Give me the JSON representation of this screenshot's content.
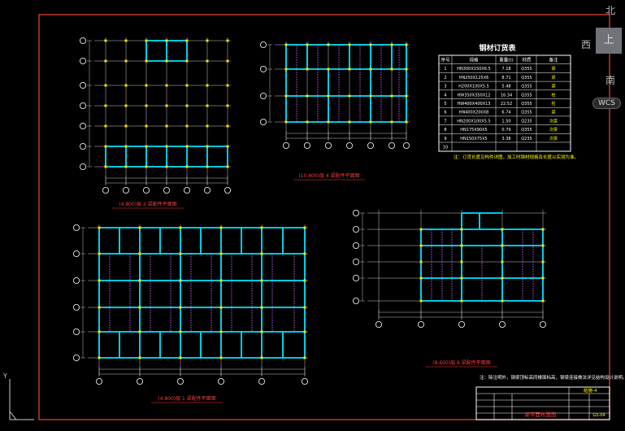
{
  "viewcube": {
    "north": "北",
    "west": "西",
    "south": "南",
    "top": "上",
    "wcs": "WCS"
  },
  "ucs": {
    "y": "Y"
  },
  "colors": {
    "frame": "#c0392b",
    "grid": "#ffffff",
    "beam": "#00e5ff",
    "text_red": "#ff3b3b",
    "text_yellow": "#ffff00",
    "column": "#ffe000",
    "secondary": "#cc66ff",
    "dim": "#bfbfbf"
  },
  "drawings": {
    "top_left": {
      "title": "(4.800)层 2 梁配件平面图"
    },
    "top_right": {
      "title": "(10.800)层 4 梁配件平面图"
    },
    "bottom_left": {
      "title": "(4.800)层 1 梁配件平面图"
    },
    "bottom_right": {
      "title": "(8.600)层 6 梁配件平面图"
    }
  },
  "table": {
    "title": "钢材订货表",
    "headers": [
      "序号",
      "规格",
      "重量(t)",
      "材质",
      "备注"
    ],
    "rows": [
      [
        "1",
        "HN300X150X6.5",
        "7.18",
        "Q355",
        "梁"
      ],
      [
        "2",
        "HN250X125X6",
        "8.71",
        "Q355",
        "梁"
      ],
      [
        "3",
        "H200X100X5.5",
        "5.48",
        "Q355",
        "梁"
      ],
      [
        "4",
        "HW350X350X12",
        "16.34",
        "Q355",
        "柱"
      ],
      [
        "5",
        "HW400X400X13",
        "22.52",
        "Q355",
        "柱"
      ],
      [
        "6",
        "HN400X200X8",
        "6.74",
        "Q355",
        "梁"
      ],
      [
        "7",
        "HN200X100X5.5",
        "1.50",
        "Q235",
        "次梁"
      ],
      [
        "8",
        "HN175X90X5",
        "0.79",
        "Q355",
        "次梁"
      ],
      [
        "9",
        "HN150X75X5",
        "3.38",
        "Q235",
        "次梁"
      ],
      [
        "10",
        "",
        "",
        "",
        ""
      ]
    ],
    "note": "注：订货长度见构件详图，加工时钢材规格及长度以实测为准。"
  },
  "bottom_note": "注：除注明外，钢梁顶标高同楼面标高，钢梁连接做法详见结构设计说明。",
  "title_block": {
    "drawing_title": "梁平面布置图",
    "sheet": "结施-4",
    "number": "GS-04"
  }
}
